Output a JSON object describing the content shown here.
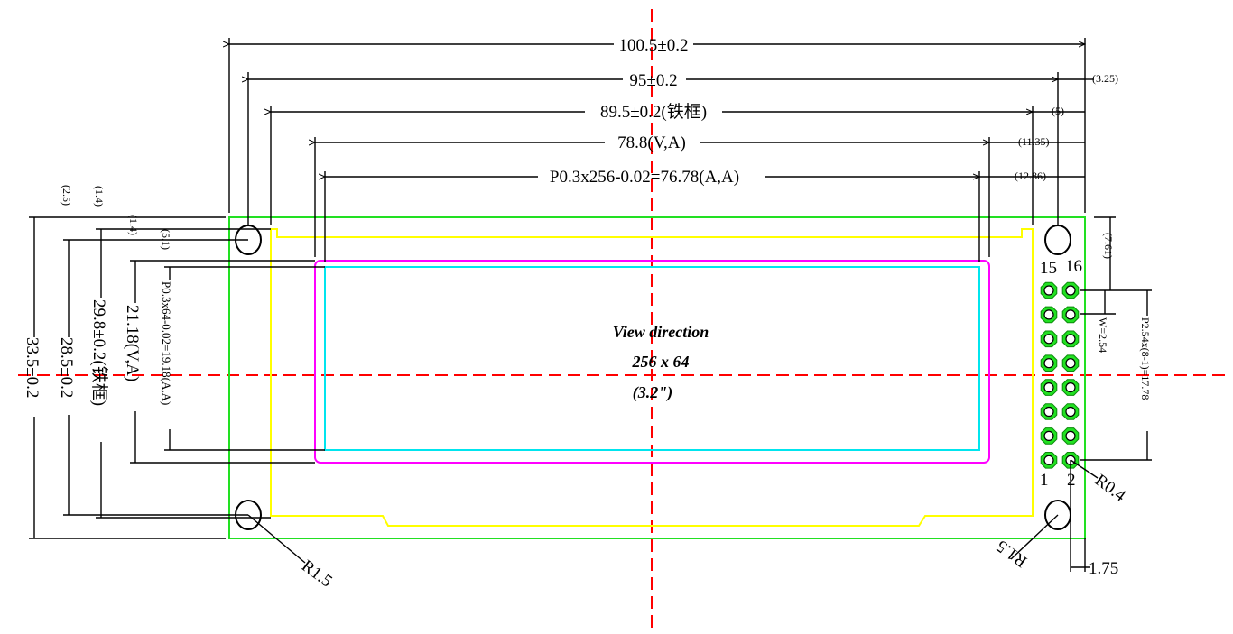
{
  "dimensions": {
    "outer_width": "100.5±0.2",
    "hole_pitch": "95±0.2",
    "frame_width": "89.5±0.2(铁框)",
    "view_area_width": "78.8(V,A)",
    "active_area_width": "P0.3x256-0.02=76.78(A,A)",
    "ref_3_25": "(3.25)",
    "ref_5": "(5)",
    "ref_11_35": "(11.35)",
    "ref_12_86": "(12.86)",
    "ref_7_61": "(7.61)",
    "pin_pitch_w": "W=2.54",
    "pin_span": "P2.54x(8-1)=17.78",
    "pin_offset": "1.75",
    "radius_hole_left": "R1.5",
    "radius_hole_right": "R1.5",
    "radius_pin": "R0.4",
    "outer_height": "33.5±0.2",
    "hole_pitch_v": "28.5±0.2",
    "frame_height": "29.8±0.2(铁框)",
    "view_area_height": "21.18(V,A)",
    "active_area_height": "P0.3x64-0.02=19.18(A,A)",
    "ref_2_5": "(2.5)",
    "ref_1_4a": "(1.4)",
    "ref_1_4b": "(1.4)",
    "ref_5_1": "(5.1)"
  },
  "center_label": {
    "line1": "View direction",
    "line2": "256 x 64",
    "line3": "(3.2\")"
  },
  "pins": {
    "label_15": "15",
    "label_16": "16",
    "label_1": "1",
    "label_2": "2"
  },
  "colors": {
    "pcb_outline": "#22e022",
    "frame": "#ffff00",
    "view_area": "#ff00ff",
    "active_area": "#00e5ee",
    "centerline": "#ff0000",
    "dimension": "#000000"
  }
}
